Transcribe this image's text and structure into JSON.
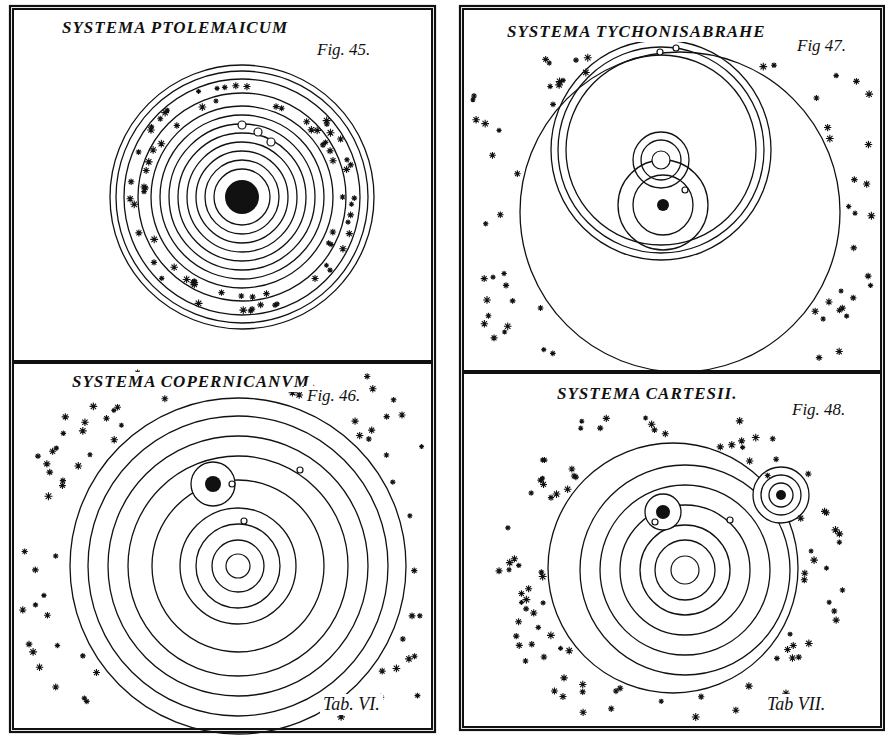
{
  "diagram": {
    "nodes": [
      {
        "text": [
          "SYSTEMA PTOLEMAICUM",
          "Fig. 45."
        ]
      },
      {
        "text": [
          "SYSTEMA TYCHONISABRAHE",
          "Fig 47."
        ]
      },
      {
        "text": [
          "SYSTEMA COPERNICANVM",
          "Fig. 46.",
          "Tab. VI."
        ]
      },
      {
        "text": [
          "SYSTEMA CARTESII.",
          "Fig. 48.",
          "Tab VII."
        ]
      }
    ]
  }
}
